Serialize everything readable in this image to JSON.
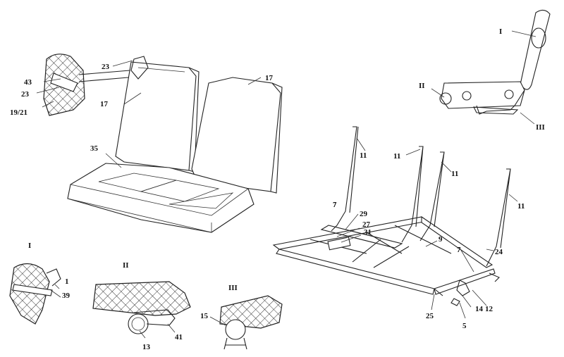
{
  "labels": {
    "l_23a": "23",
    "l_43": "43",
    "l_23b": "23",
    "l_1921": "19/21",
    "l_17a": "17",
    "l_17b": "17",
    "l_35": "35",
    "l_I_top": "I",
    "l_II_top": "II",
    "l_III_top": "III",
    "l_11a": "11",
    "l_11b": "11",
    "l_11c": "11",
    "l_11d": "11",
    "l_7a": "7",
    "l_29": "29",
    "l_27": "27",
    "l_31": "31",
    "l_9": "9",
    "l_7b": "7",
    "l_24": "24",
    "l_25": "25",
    "l_14": "14",
    "l_12": "12",
    "l_5": "5",
    "d_I": "I",
    "d_1": "1",
    "d_39": "39",
    "d_II": "II",
    "d_13": "13",
    "d_41": "41",
    "d_III": "III",
    "d_15": "15"
  }
}
